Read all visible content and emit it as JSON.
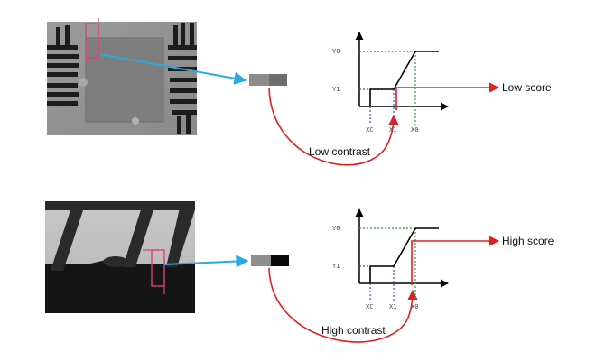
{
  "colors": {
    "blue_arrow": "#2aa8e0",
    "red": "#e02020",
    "pink_box": "#e0407a",
    "green_dash": "#2e9e3a",
    "blue_dash": "#3a4fd0",
    "axis": "#000000"
  },
  "top": {
    "result_label": "Low score",
    "contrast_label": "Low contrast",
    "axis_labels": {
      "y0": "Y0",
      "y1": "Y1",
      "xc": "XC",
      "x1": "X1",
      "x0": "X0"
    }
  },
  "bottom": {
    "result_label": "High score",
    "contrast_label": "High contrast",
    "axis_labels": {
      "y0": "Y0",
      "y1": "Y1",
      "xc": "XC",
      "x1": "X1",
      "x0": "X0"
    }
  }
}
